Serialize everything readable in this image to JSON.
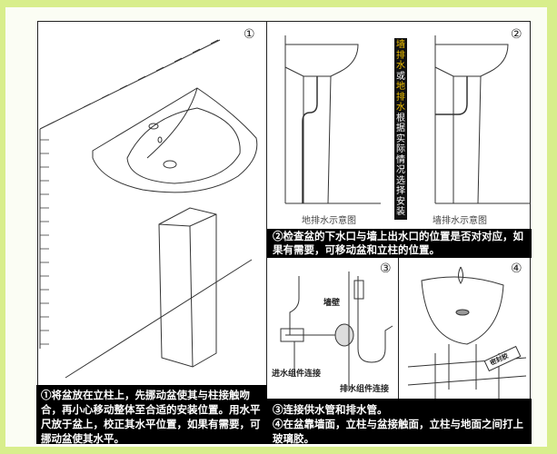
{
  "colors": {
    "background": "#d8ee8c",
    "caption_bg": "#000000",
    "highlight": "#f5c400"
  },
  "step1": {
    "number": "①",
    "caption": "①将盆放在立柱上，先挪动盆使其与柱接触吻合，再小心移动整体至合适的安装位置。用水平尺放于盆上，校正其水平位置，如果有需要，可挪动盆使其水平。"
  },
  "step2": {
    "number": "②",
    "floor_label": "地排水示意图",
    "wall_label": "墙排水示意图",
    "vertical_note": [
      {
        "t": "墙",
        "hl": true
      },
      {
        "t": "排",
        "hl": true
      },
      {
        "t": "水",
        "hl": true
      },
      {
        "t": "或",
        "hl": false
      },
      {
        "t": "地",
        "hl": true
      },
      {
        "t": "排",
        "hl": true
      },
      {
        "t": "水",
        "hl": true
      },
      {
        "t": "根",
        "hl": false
      },
      {
        "t": "据",
        "hl": false
      },
      {
        "t": "实",
        "hl": false
      },
      {
        "t": "际",
        "hl": false
      },
      {
        "t": "情",
        "hl": false
      },
      {
        "t": "况",
        "hl": false
      },
      {
        "t": "选",
        "hl": false
      },
      {
        "t": "择",
        "hl": false
      },
      {
        "t": "安",
        "hl": false
      },
      {
        "t": "装",
        "hl": false
      }
    ],
    "caption": "②检查盆的下水口与墙上出水口的位置是否对对应，如果有需要，可移动盆和立柱的位置。"
  },
  "step3": {
    "number": "③",
    "wall_label": "墙壁",
    "inlet_label": "进水组件连接",
    "drain_label": "排水组件连接",
    "caption": "③连接供水管和排水管。"
  },
  "step4": {
    "number": "④",
    "sealant_label": "密封胶",
    "caption": "④在盆靠墙面，立柱与盆接触面，立柱与地面之间打上玻璃胶。"
  }
}
